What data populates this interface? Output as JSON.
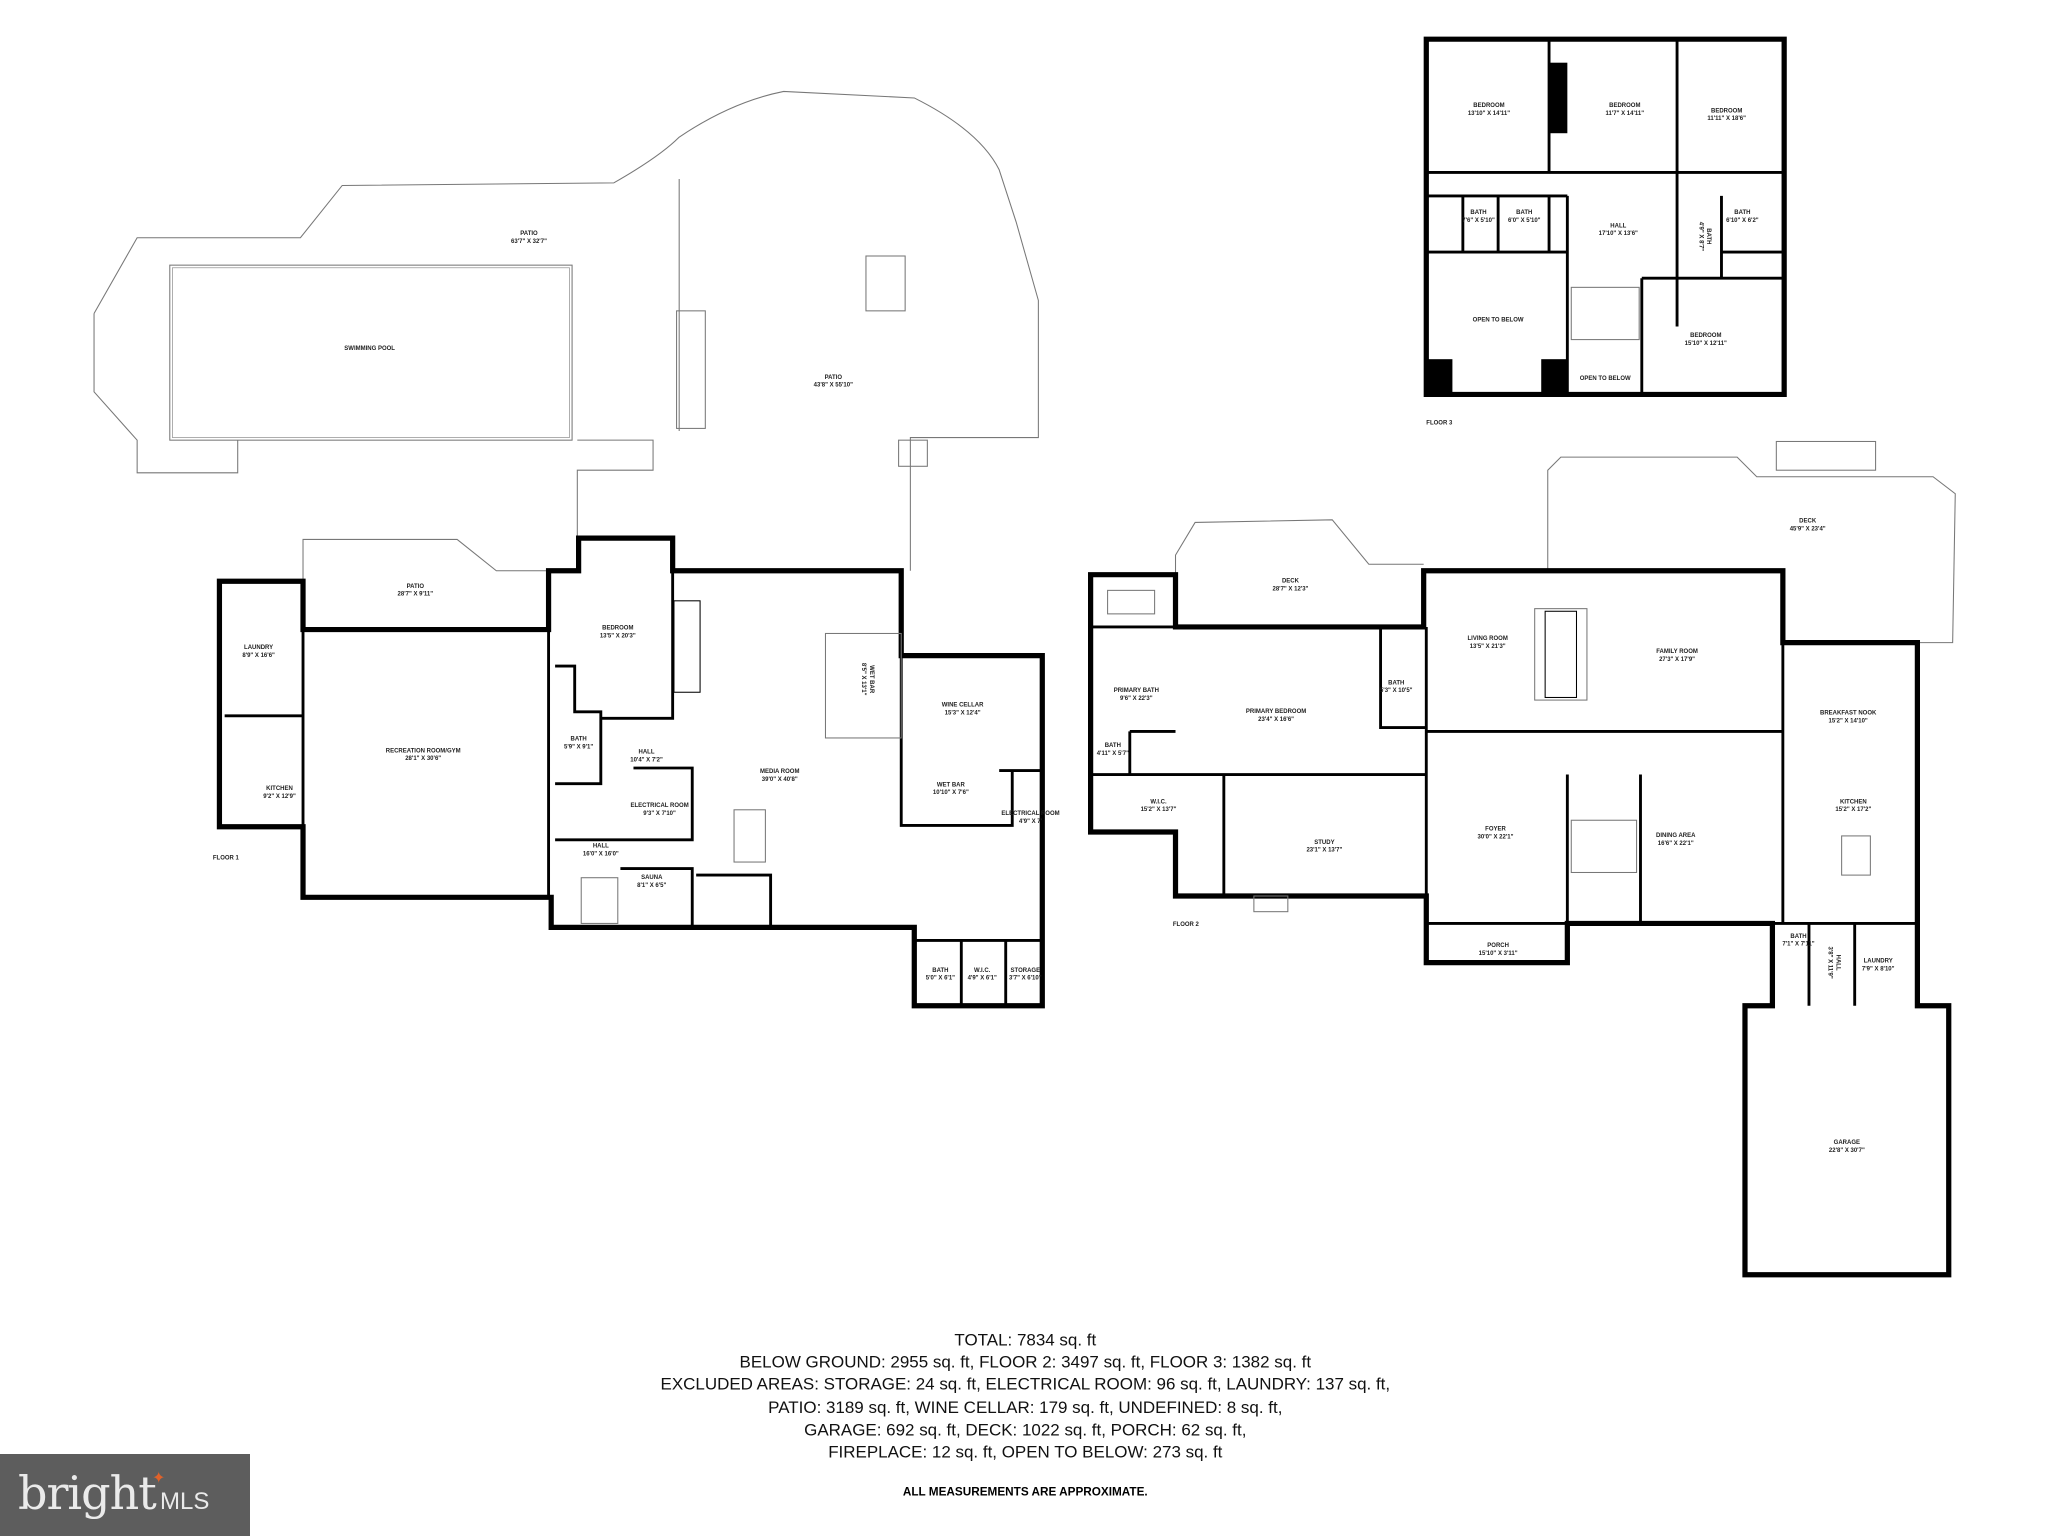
{
  "floor1": {
    "label": "FLOOR 1",
    "rooms": [
      {
        "name": "PATIO",
        "dims": "63'7\" X 32'7\""
      },
      {
        "name": "SWIMMING POOL",
        "dims": ""
      },
      {
        "name": "PATIO",
        "dims": "43'8\" X 55'10\""
      },
      {
        "name": "PATIO",
        "dims": "28'7\" X 9'11\""
      },
      {
        "name": "LAUNDRY",
        "dims": "8'9\" X 16'6\""
      },
      {
        "name": "RECREATION ROOM/GYM",
        "dims": "28'1\" X 30'6\""
      },
      {
        "name": "KITCHEN",
        "dims": "9'2\" X 12'9\""
      },
      {
        "name": "BEDROOM",
        "dims": "13'5\" X 20'3\""
      },
      {
        "name": "BATH",
        "dims": "5'9\" X 9'1\""
      },
      {
        "name": "HALL",
        "dims": "10'4\" X 7'2\""
      },
      {
        "name": "ELECTRICAL ROOM",
        "dims": "9'3\" X 7'10\""
      },
      {
        "name": "HALL",
        "dims": "16'0\" X 16'0\""
      },
      {
        "name": "SAUNA",
        "dims": "8'1\" X 6'5\""
      },
      {
        "name": "MEDIA ROOM",
        "dims": "39'0\" X 40'8\""
      },
      {
        "name": "WET BAR",
        "dims": "8'5\" X 13'1\""
      },
      {
        "name": "WINE CELLAR",
        "dims": "15'3\" X 12'4\""
      },
      {
        "name": "WET BAR",
        "dims": "10'10\" X 7'6\""
      },
      {
        "name": "ELECTRICAL ROOM",
        "dims": "4'9\" X 7'"
      },
      {
        "name": "BATH",
        "dims": "5'0\" X 6'1\""
      },
      {
        "name": "W.I.C.",
        "dims": "4'9\" X 6'1\""
      },
      {
        "name": "STORAGE",
        "dims": "3'7\" X 6'10\""
      }
    ]
  },
  "floor2": {
    "label": "FLOOR 2",
    "rooms": [
      {
        "name": "DECK",
        "dims": "28'7\" X 12'3\""
      },
      {
        "name": "DECK",
        "dims": "45'9\" X 23'4\""
      },
      {
        "name": "PRIMARY BATH",
        "dims": "9'6\" X 22'3\""
      },
      {
        "name": "BATH",
        "dims": "4'11\" X 5'7\""
      },
      {
        "name": "PRIMARY BEDROOM",
        "dims": "23'4\" X 16'6\""
      },
      {
        "name": "BATH",
        "dims": "5'3\" X 10'5\""
      },
      {
        "name": "W.I.C.",
        "dims": "15'2\" X 13'7\""
      },
      {
        "name": "STUDY",
        "dims": "23'1\" X 13'7\""
      },
      {
        "name": "LIVING ROOM",
        "dims": "13'5\" X 21'3\""
      },
      {
        "name": "FAMILY ROOM",
        "dims": "27'3\" X 17'9\""
      },
      {
        "name": "BREAKFAST NOOK",
        "dims": "15'2\" X 14'10\""
      },
      {
        "name": "FOYER",
        "dims": "30'0\" X 22'1\""
      },
      {
        "name": "DINING AREA",
        "dims": "16'6\" X 22'1\""
      },
      {
        "name": "KITCHEN",
        "dims": "15'2\" X 17'2\""
      },
      {
        "name": "PORCH",
        "dims": "15'10\" X 3'11\""
      },
      {
        "name": "BATH",
        "dims": "7'1\" X 7'11\""
      },
      {
        "name": "HALL",
        "dims": "3'8\" X 11'9\""
      },
      {
        "name": "LAUNDRY",
        "dims": "7'9\" X 8'10\""
      },
      {
        "name": "GARAGE",
        "dims": "22'8\" X 30'7\""
      }
    ]
  },
  "floor3": {
    "label": "FLOOR 3",
    "rooms": [
      {
        "name": "BEDROOM",
        "dims": "13'10\" X 14'11\""
      },
      {
        "name": "BEDROOM",
        "dims": "11'7\" X 14'11\""
      },
      {
        "name": "BEDROOM",
        "dims": "11'11\" X 18'6\""
      },
      {
        "name": "BATH",
        "dims": "7'6\" X 5'10\""
      },
      {
        "name": "BATH",
        "dims": "6'0\" X 5'10\""
      },
      {
        "name": "HALL",
        "dims": "17'10\" X 13'6\""
      },
      {
        "name": "BATH",
        "dims": "6'10\" X 6'2\""
      },
      {
        "name": "BATH",
        "dims": "4'9\" X 8'7\""
      },
      {
        "name": "OPEN TO BELOW",
        "dims": ""
      },
      {
        "name": "OPEN TO BELOW",
        "dims": ""
      },
      {
        "name": "BEDROOM",
        "dims": "15'10\" X 12'11\""
      }
    ]
  },
  "summary": {
    "lines": [
      "TOTAL: 7834 sq. ft",
      "BELOW GROUND: 2955 sq. ft, FLOOR 2: 3497 sq. ft, FLOOR 3: 1382 sq. ft",
      "EXCLUDED AREAS: STORAGE: 24 sq. ft, ELECTRICAL ROOM: 96 sq. ft, LAUNDRY: 137 sq. ft,",
      "PATIO: 3189 sq. ft, WINE CELLAR: 179 sq. ft, UNDEFINED: 8 sq. ft,",
      "GARAGE: 692 sq. ft, DECK: 1022 sq. ft, PORCH: 62 sq. ft,",
      "FIREPLACE: 12 sq. ft, OPEN TO BELOW: 273 sq. ft"
    ],
    "note": "ALL MEASUREMENTS ARE APPROXIMATE."
  },
  "logo": {
    "text": "bright MLS",
    "brand": "bright",
    "suffix": "MLS",
    "accent": "#e0622a",
    "background": "#5d5d5d"
  }
}
